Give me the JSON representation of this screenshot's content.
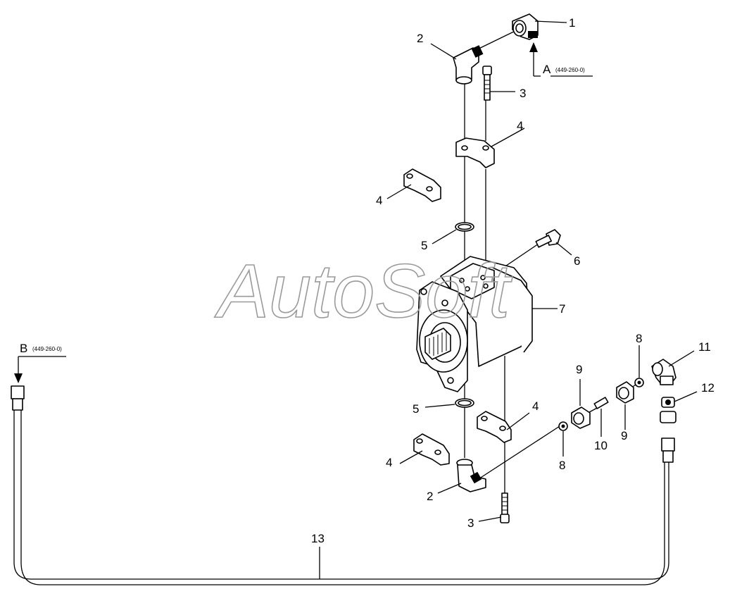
{
  "watermark": "AutoSoft",
  "refs": {
    "a": {
      "letter": "A",
      "code": "(449-260-0)"
    },
    "b": {
      "letter": "B",
      "code": "(449-260-0)"
    }
  },
  "callouts": [
    {
      "id": "c1",
      "label": "1"
    },
    {
      "id": "c2a",
      "label": "2"
    },
    {
      "id": "c3a",
      "label": "3"
    },
    {
      "id": "c4a",
      "label": "4"
    },
    {
      "id": "c4b",
      "label": "4"
    },
    {
      "id": "c5a",
      "label": "5"
    },
    {
      "id": "c6",
      "label": "6"
    },
    {
      "id": "c7",
      "label": "7"
    },
    {
      "id": "c8a",
      "label": "8"
    },
    {
      "id": "c11",
      "label": "11"
    },
    {
      "id": "c12",
      "label": "12"
    },
    {
      "id": "c9a",
      "label": "9"
    },
    {
      "id": "c5b",
      "label": "5"
    },
    {
      "id": "c4c",
      "label": "4"
    },
    {
      "id": "c10",
      "label": "10"
    },
    {
      "id": "c9b",
      "label": "9"
    },
    {
      "id": "c8b",
      "label": "8"
    },
    {
      "id": "c4d",
      "label": "4"
    },
    {
      "id": "c2b",
      "label": "2"
    },
    {
      "id": "c3b",
      "label": "3"
    },
    {
      "id": "c13",
      "label": "13"
    }
  ]
}
